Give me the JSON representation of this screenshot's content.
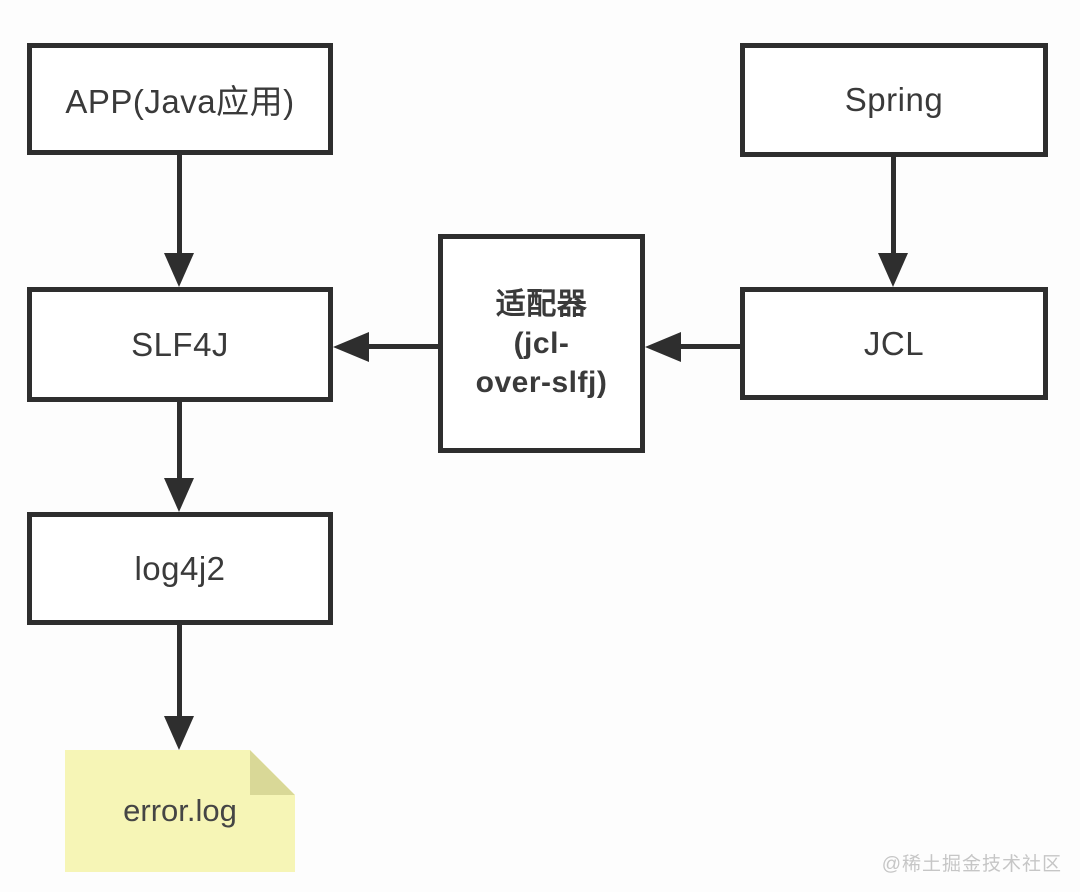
{
  "diagram": {
    "nodes": {
      "app": {
        "label": "APP(Java应用)"
      },
      "spring": {
        "label": "Spring"
      },
      "slf4j": {
        "label": "SLF4J"
      },
      "jcl": {
        "label": "JCL"
      },
      "adapter": {
        "lines": [
          "适配器",
          "(jcl-",
          "over-slfj)"
        ]
      },
      "log4j2": {
        "label": "log4j2"
      },
      "errorlog": {
        "label": "error.log"
      }
    },
    "edges": [
      {
        "from": "APP(Java应用)",
        "to": "SLF4J"
      },
      {
        "from": "Spring",
        "to": "JCL"
      },
      {
        "from": "JCL",
        "to": "适配器(jcl-over-slfj)"
      },
      {
        "from": "适配器(jcl-over-slfj)",
        "to": "SLF4J"
      },
      {
        "from": "SLF4J",
        "to": "log4j2"
      },
      {
        "from": "log4j2",
        "to": "error.log"
      }
    ],
    "watermark": "@稀土掘金技术社区",
    "colors": {
      "background": "#fdfdfd",
      "box_border": "#2e2e2e",
      "box_fill": "#ffffff",
      "text": "#3a3a3a",
      "note_fill": "#f6f5b6",
      "note_fold": "#d9d897",
      "watermark": "#c6c6c6"
    }
  }
}
